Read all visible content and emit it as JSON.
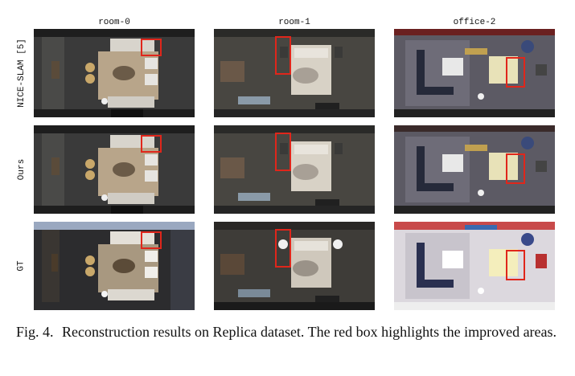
{
  "columns": [
    "room-0",
    "room-1",
    "office-2"
  ],
  "rows": [
    "NICE-SLAM [5]",
    "Ours",
    "GT"
  ],
  "highlight_color": "#e0261b",
  "caption": {
    "label": "Fig. 4.",
    "text": "Reconstruction results on Replica dataset. The red box highlights the improved areas."
  }
}
